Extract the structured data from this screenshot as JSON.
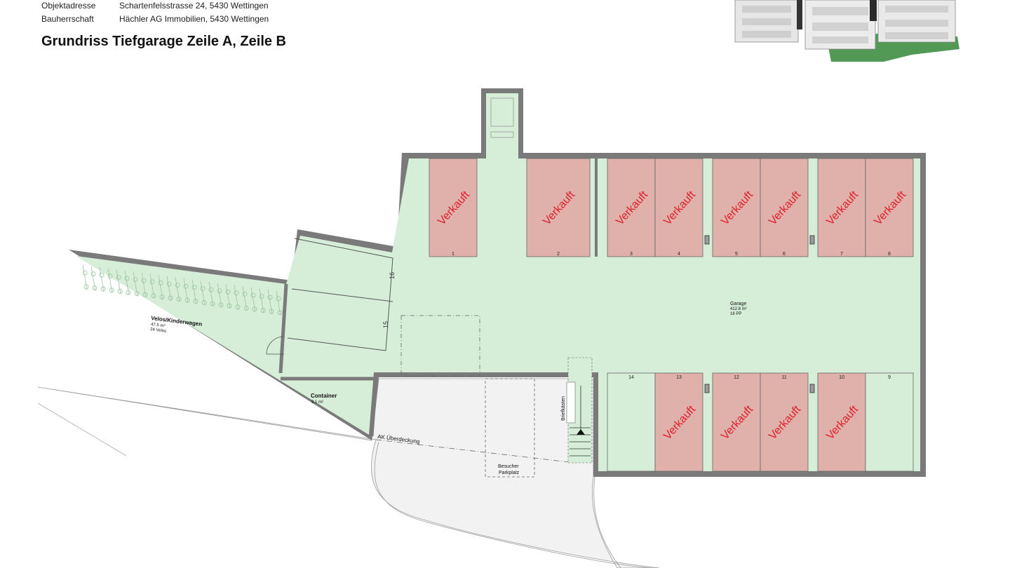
{
  "header": {
    "address_label": "Objektadresse",
    "address_value": "Schartenfelsstrasse 24, 5430 Wettingen",
    "builder_label": "Bauherrschaft",
    "builder_value": "Hächler AG Immobilien, 5430 Wettingen",
    "title": "Grundriss Tiefgarage Zeile A, Zeile B"
  },
  "colors": {
    "room_fill": "#d6eed8",
    "sold_fill": "#dfb1aa",
    "sold_text": "#e0202e",
    "wall": "#7a7a7a",
    "outdoor": "#f2f2f2",
    "thumbnail_green": "#3e8e41"
  },
  "garage": {
    "name": "Garage",
    "area": "412.8 m²",
    "spaces": "16 PP"
  },
  "velo_room": {
    "name": "Velos/Kinderwagen",
    "area": "47.5 m²",
    "count": "24 Velos"
  },
  "container_room": {
    "name": "Container",
    "area": "9.1 m²"
  },
  "ramp_labels": {
    "upper": "16",
    "lower": "15"
  },
  "annotations": {
    "mailboxes": "Briefkästen",
    "ak_cover": "AK Überdeckung",
    "visitor_1": "Besucher",
    "visitor_2": "Parkplatz"
  },
  "sold_label": "Verkauft",
  "spaces_top": [
    {
      "num": "1",
      "sold": true
    },
    {
      "num": "2",
      "sold": true
    },
    {
      "num": "3",
      "sold": true
    },
    {
      "num": "4",
      "sold": true
    },
    {
      "num": "5",
      "sold": true
    },
    {
      "num": "6",
      "sold": true
    },
    {
      "num": "7",
      "sold": true
    },
    {
      "num": "8",
      "sold": true
    }
  ],
  "spaces_bottom": [
    {
      "num": "14",
      "sold": false
    },
    {
      "num": "13",
      "sold": true
    },
    {
      "num": "12",
      "sold": true
    },
    {
      "num": "11",
      "sold": true
    },
    {
      "num": "10",
      "sold": true
    },
    {
      "num": "9",
      "sold": false
    }
  ]
}
